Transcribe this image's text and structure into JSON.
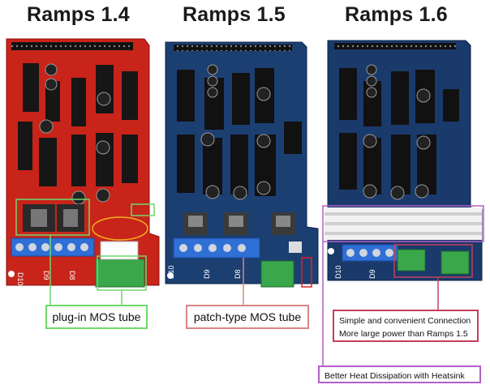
{
  "titles": {
    "ramps14": "Ramps 1.4",
    "ramps15": "Ramps 1.5",
    "ramps16": "Ramps 1.6"
  },
  "callouts": {
    "ramps14": "plug-in MOS tube",
    "ramps15": "patch-type MOS tube",
    "ramps16_line1": "Simple and convenient Connection",
    "ramps16_line2": "More large power than Ramps 1.5",
    "ramps16_heatsink": "Better Heat Dissipation with Heatsink"
  },
  "silkscreen": {
    "d10": "D10",
    "d9": "D9",
    "d8": "D8",
    "plus": "+"
  },
  "colors": {
    "ramps14_board": "#c8241a",
    "ramps15_board": "#1c3f72",
    "ramps16_board": "#1a3a6c",
    "terminal_blue": "#2f6fd6",
    "terminal_green": "#3aa84a",
    "callout_green": "#6fd86a",
    "callout_red": "#d98585",
    "callout_crimson": "#c53f5a",
    "callout_purple": "#b45ec8"
  }
}
